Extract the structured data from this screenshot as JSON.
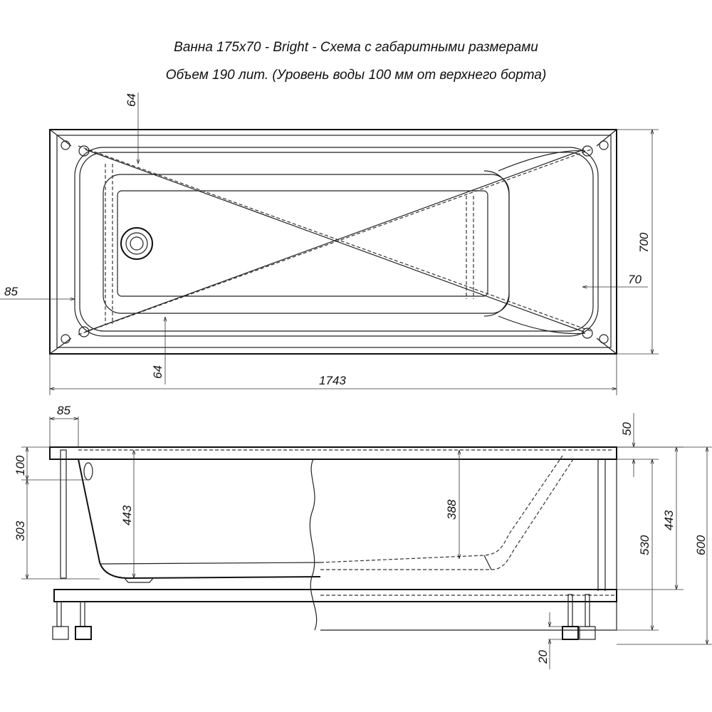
{
  "title": "Ванна 175x70 - Bright - Схема с габаритными размерами",
  "subtitle": "Объем 190 лит. (Уровень воды 100 мм от верхнего борта)",
  "top_view": {
    "dims": {
      "rim_top": "64",
      "rim_bottom": "64",
      "rim_left": "85",
      "rim_right": "70",
      "width": "700",
      "length": "1743"
    }
  },
  "side_view": {
    "dims": {
      "rim_left": "85",
      "water_level": "100",
      "depth_303": "303",
      "depth_left": "443",
      "depth_388": "388",
      "rim_thickness": "50",
      "height_530": "530",
      "height_443": "443",
      "total_height": "600",
      "leg_20": "20"
    }
  }
}
